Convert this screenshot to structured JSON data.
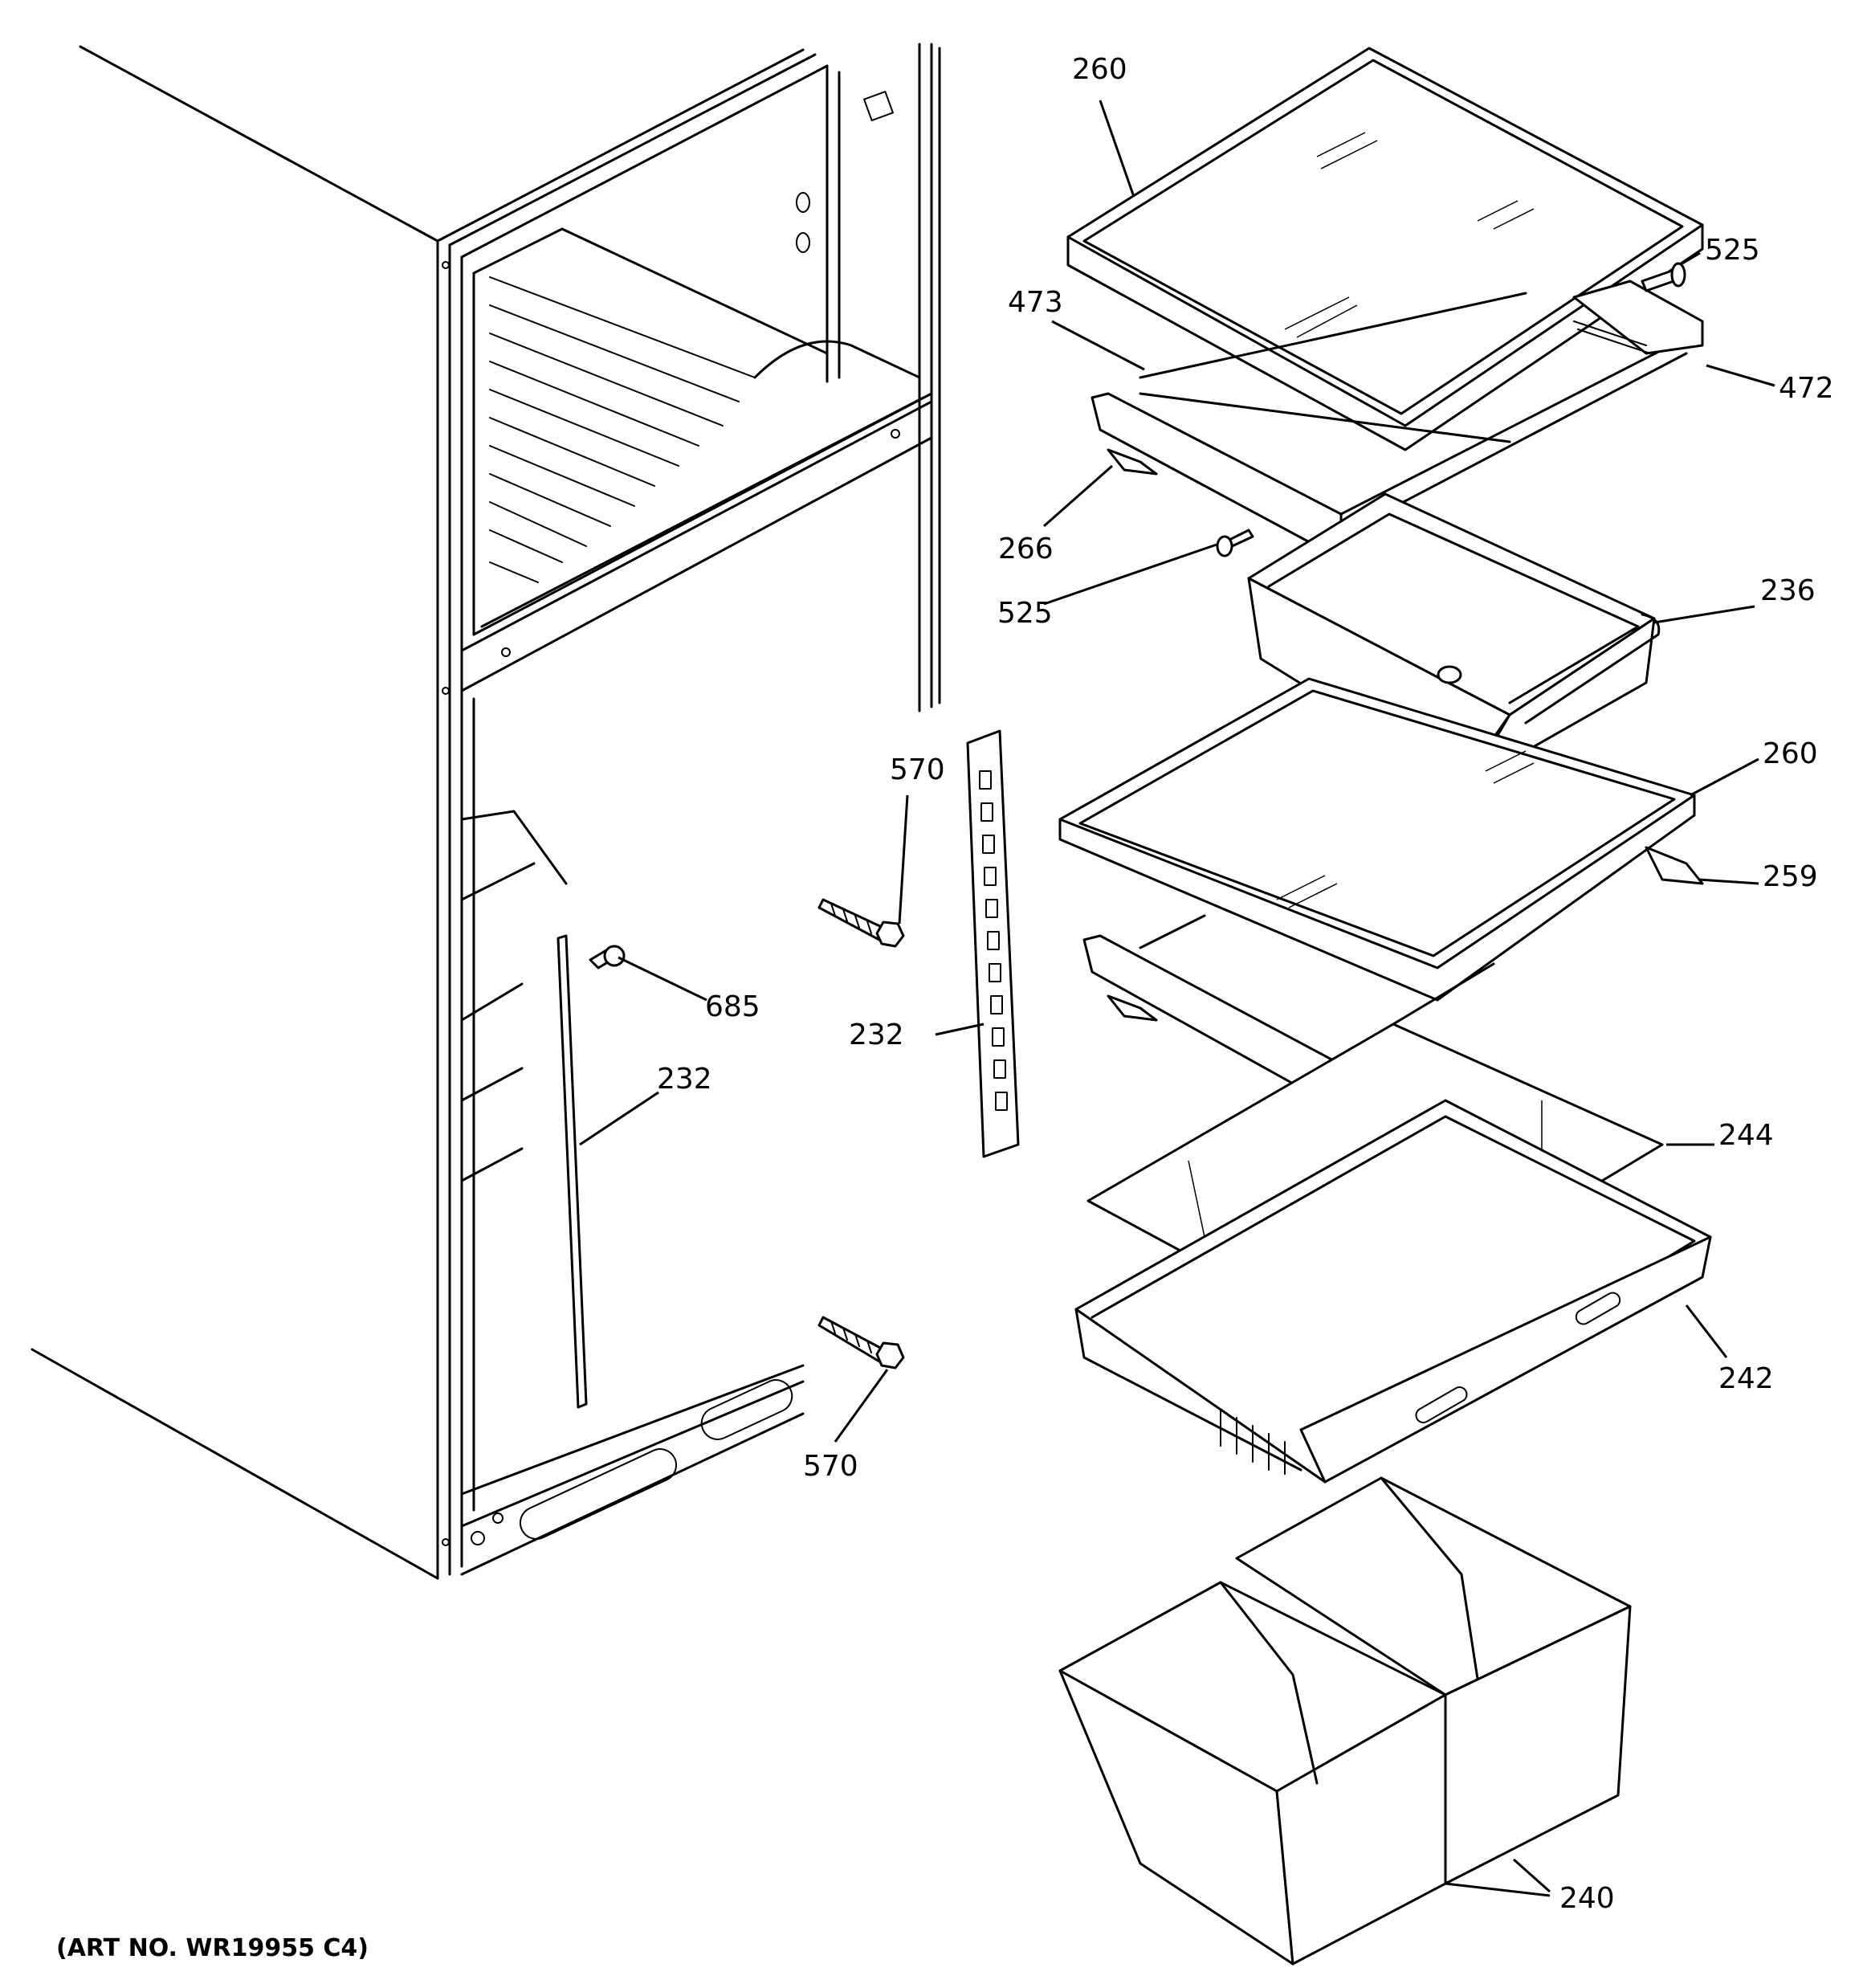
{
  "callouts": {
    "c260_top": "260",
    "c525_right": "525",
    "c473": "473",
    "c472": "472",
    "c266": "266",
    "c525_left": "525",
    "c236": "236",
    "c260_mid": "260",
    "c259": "259",
    "c570_top": "570",
    "c685": "685",
    "c232_right": "232",
    "c232_left": "232",
    "c244": "244",
    "c242": "242",
    "c570_bottom": "570",
    "c240": "240"
  },
  "footer": {
    "art_number": "(ART NO. WR19955 C4)"
  }
}
